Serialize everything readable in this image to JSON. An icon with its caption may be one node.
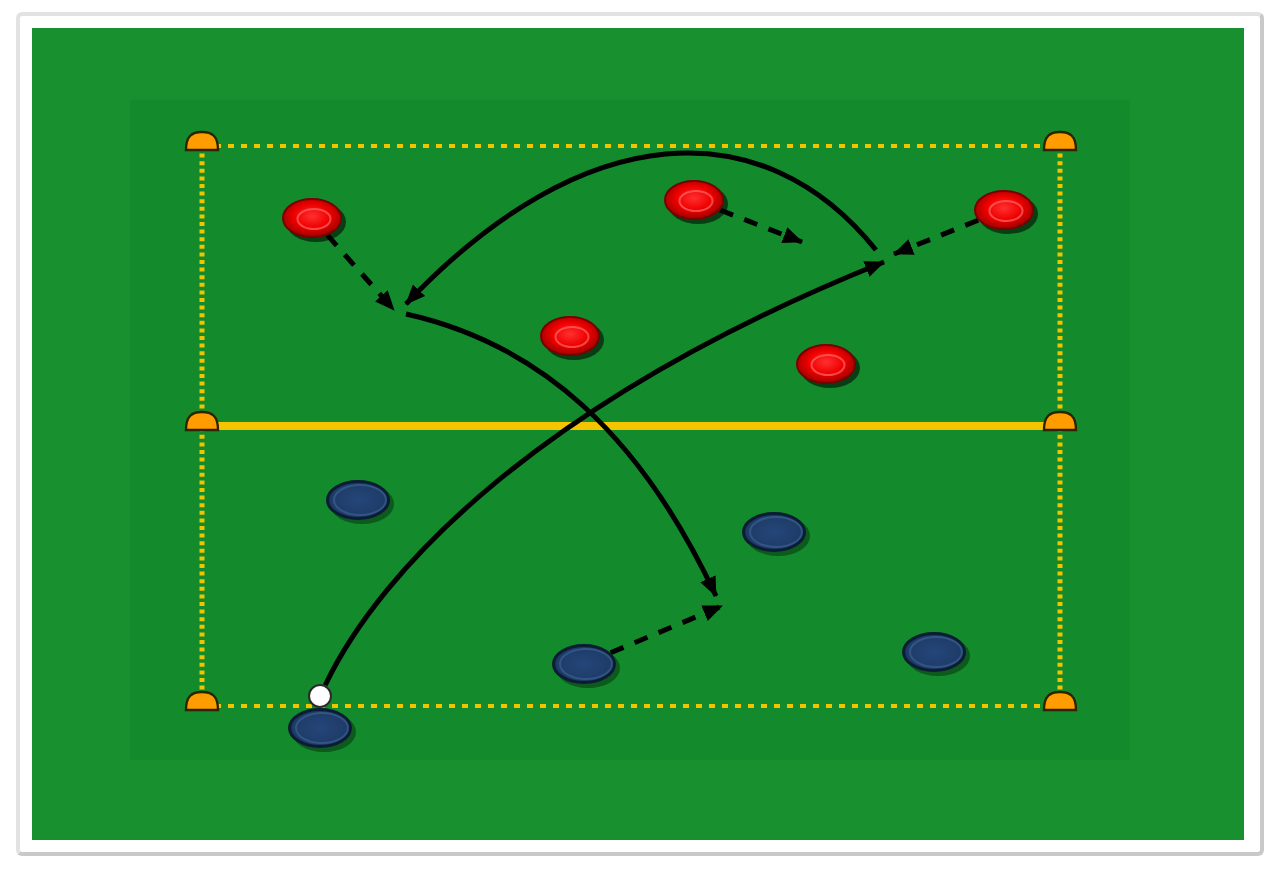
{
  "diagram": {
    "nodes": [
      {
        "text": [],
        "shape": "circle"
      },
      {
        "text": [],
        "shape": "circle"
      },
      {
        "text": [],
        "shape": "circle"
      },
      {
        "text": [],
        "shape": "circle"
      },
      {
        "text": [],
        "shape": "circle"
      },
      {
        "text": [],
        "shape": "circle"
      },
      {
        "text": [],
        "shape": "circle"
      },
      {
        "text": [],
        "shape": "circle"
      },
      {
        "text": [],
        "shape": "circle"
      },
      {
        "text": [],
        "shape": "circle"
      },
      {
        "text": [],
        "shape": "circle"
      }
    ],
    "edges": [
      {
        "from": 2,
        "to": null,
        "arrow": "to",
        "style": "dashed"
      },
      {
        "from": 0,
        "to": null,
        "arrow": "to",
        "style": "dashed"
      },
      {
        "from": 1,
        "to": null,
        "arrow": "to",
        "style": "dashed"
      },
      {
        "from": 9,
        "to": null,
        "arrow": "to"
      },
      {
        "from": 8,
        "to": null,
        "arrow": "to",
        "style": "dashed"
      }
    ]
  }
}
